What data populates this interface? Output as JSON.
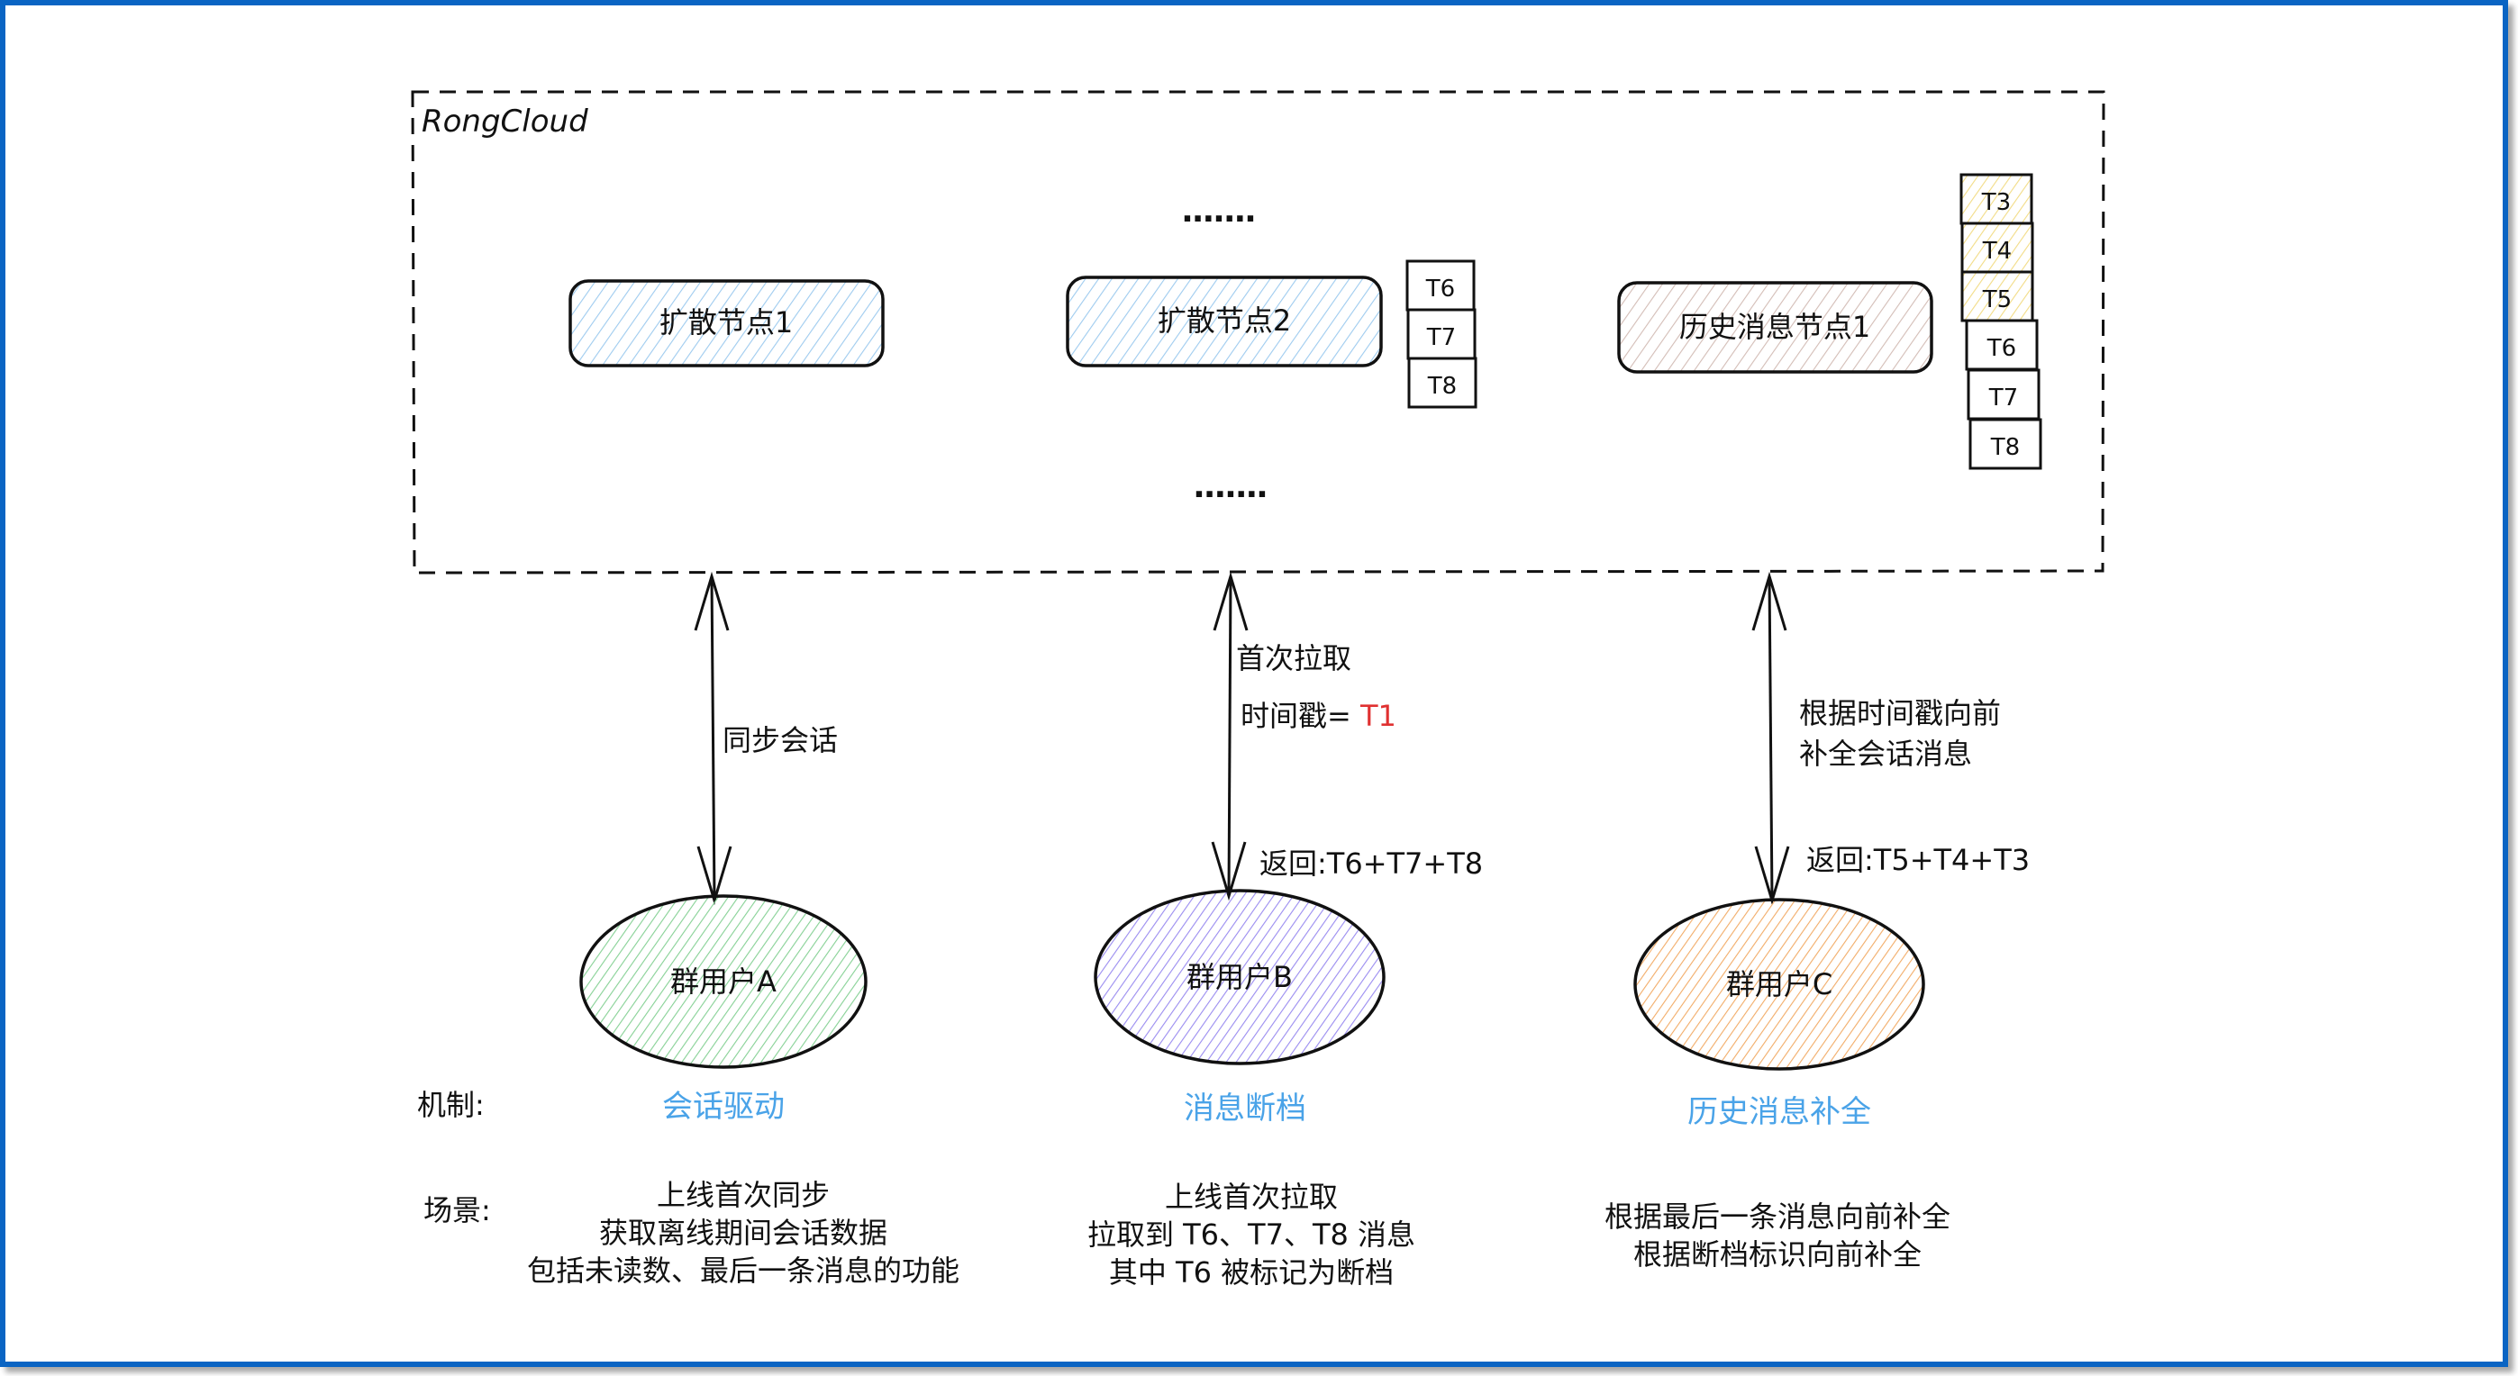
{
  "container": {
    "label": "RongCloud",
    "ellipsis_top": ".......",
    "ellipsis_bottom": "......."
  },
  "nodes": [
    {
      "label": "扩散节点1",
      "fill_color": "#a5d0f0"
    },
    {
      "label": "扩散节点2",
      "fill_color": "#a5d0f0"
    },
    {
      "label": "历史消息节点1",
      "fill_color": "#d6bfb8"
    }
  ],
  "node2_stack": [
    {
      "label": "T6",
      "highlighted": false
    },
    {
      "label": "T7",
      "highlighted": false
    },
    {
      "label": "T8",
      "highlighted": false
    }
  ],
  "history_stack": [
    {
      "label": "T3",
      "highlighted": true
    },
    {
      "label": "T4",
      "highlighted": true
    },
    {
      "label": "T5",
      "highlighted": true
    },
    {
      "label": "T6",
      "highlighted": false
    },
    {
      "label": "T7",
      "highlighted": false
    },
    {
      "label": "T8",
      "highlighted": false
    }
  ],
  "highlight_color": "#f5e08a",
  "arrows": {
    "a": {
      "label": "同步会话"
    },
    "b": {
      "label_1": "首次拉取",
      "label_2_prefix": "时间戳= ",
      "label_2_value": "T1",
      "return_label": "返回:T6+T7+T8"
    },
    "c": {
      "label_1": "根据时间戳向前",
      "label_2": "补全会话消息",
      "return_label": "返回:T5+T4+T3"
    }
  },
  "users": [
    {
      "label": "群用户A",
      "fill_color": "#7fcf8f",
      "mechanism": "会话驱动",
      "scenario": [
        "上线首次同步",
        "获取离线期间会话数据",
        "包括未读数、最后一条消息的功能"
      ]
    },
    {
      "label": "群用户B",
      "fill_color": "#9a8cf0",
      "mechanism": "消息断档",
      "scenario": [
        "上线首次拉取",
        "拉取到 T6、T7、T8 消息",
        "其中 T6 被标记为断档"
      ]
    },
    {
      "label": "群用户C",
      "fill_color": "#f0a45a",
      "mechanism": "历史消息补全",
      "scenario": [
        "根据最后一条消息向前补全",
        "根据断档标识向前补全"
      ]
    }
  ],
  "row_labels": {
    "mechanism": "机制:",
    "scenario": "场景:"
  },
  "colors": {
    "frame_border": "#0a64c3",
    "mechanism_text": "#4aa3e8",
    "timestamp_value": "#e03131"
  }
}
